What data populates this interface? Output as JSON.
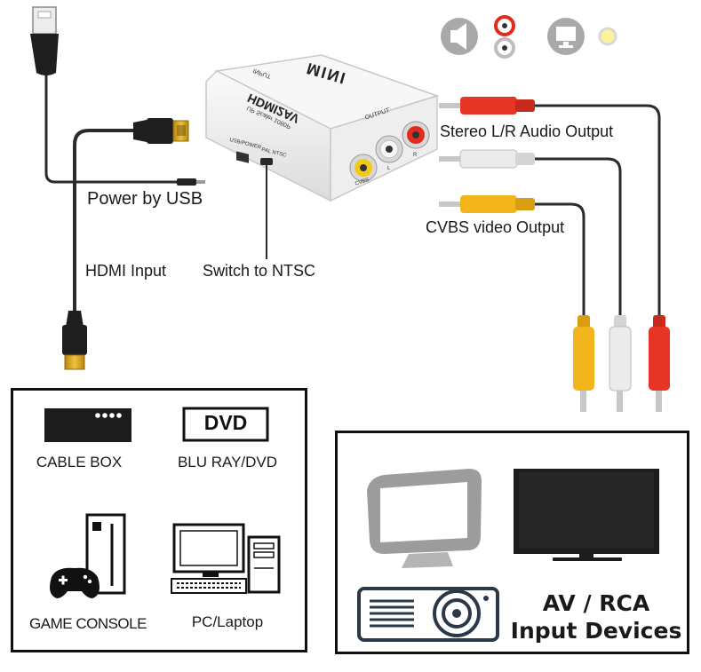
{
  "converter": {
    "brand": "MINI",
    "model": "HDMI2AV",
    "subtitle": "UP Scaler 1080P",
    "input_label": "INPUT",
    "output_label": "OUTPUT",
    "usb_power_label": "USB/POWER",
    "switch_label": "PAL NTSC",
    "jack_labels": [
      "CVBS",
      "L",
      "R"
    ]
  },
  "callouts": {
    "power": "Power by USB",
    "hdmi_input": "HDMI Input",
    "switch": "Switch to NTSC",
    "audio_output": "Stereo L/R Audio Output",
    "video_output": "CVBS video Output"
  },
  "source_devices": {
    "items": [
      {
        "label": "CABLE BOX",
        "icon": "cable-box-icon"
      },
      {
        "label": "BLU RAY/DVD",
        "icon": "dvd-player-icon",
        "badge": "DVD"
      },
      {
        "label": "GAME CONSOLE",
        "icon": "game-console-icon"
      },
      {
        "label": "PC/Laptop",
        "icon": "desktop-pc-icon"
      }
    ]
  },
  "output_devices": {
    "title_line1": "AV / RCA",
    "title_line2": "Input Devices",
    "icons": [
      "crt-monitor-icon",
      "flat-tv-icon",
      "projector-icon"
    ]
  },
  "colors": {
    "rca_red": "#e63524",
    "rca_white": "#e8e8e8",
    "rca_yellow": "#f2b51c",
    "hdmi_gold": "#d9a520",
    "cable_dark": "#2b2b2b",
    "device_body": "#f4f4f4"
  }
}
